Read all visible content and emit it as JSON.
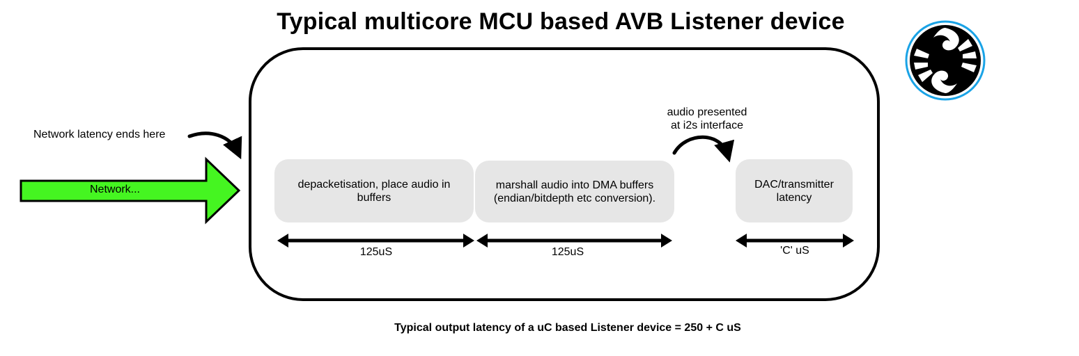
{
  "title": "Typical multicore MCU based AVB Listener device",
  "network_arrow_label": "Network...",
  "network_latency_label": "Network latency ends here",
  "i2s_label": "audio presented\nat i2s interface",
  "stages": [
    {
      "label": "depacketisation, place audio in\nbuffers",
      "duration": "125uS"
    },
    {
      "label": "marshall audio into DMA buffers\n(endian/bitdepth etc conversion).",
      "duration": "125uS"
    },
    {
      "label": "DAC/transmitter\nlatency",
      "duration": "'C' uS"
    }
  ],
  "footer": "Typical output latency of a uC based Listener device = 250 + C uS",
  "colors": {
    "network_arrow_fill": "#45f521",
    "stage_fill": "#e6e6e6",
    "logo_ring": "#1aa3e6"
  },
  "logo_icon": "swirl-logo-icon"
}
